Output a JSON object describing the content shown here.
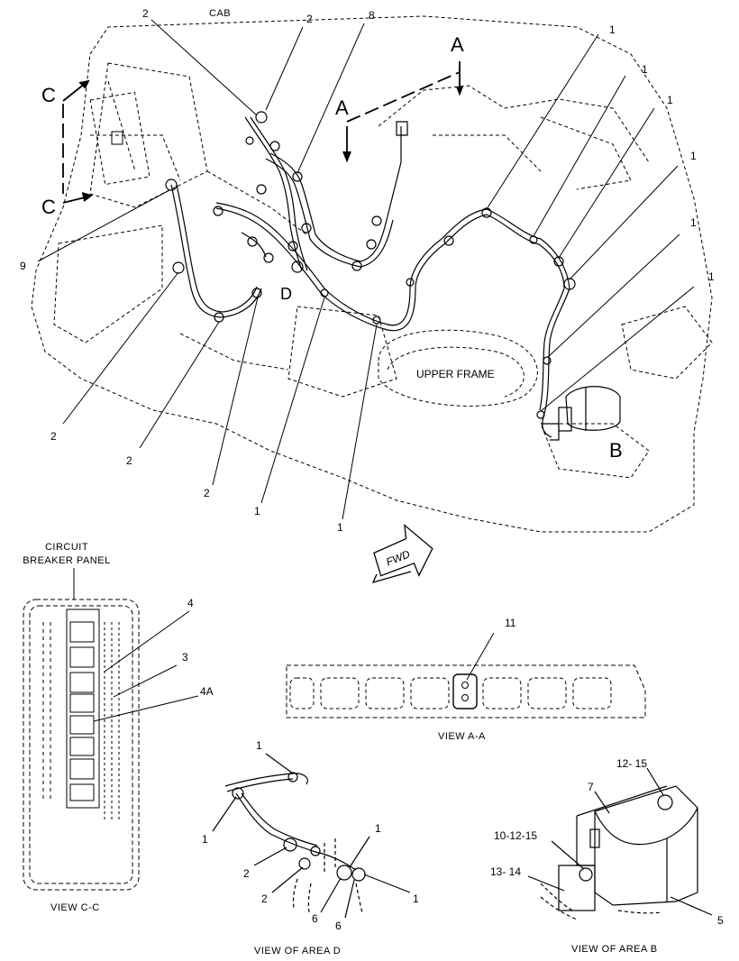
{
  "labels": {
    "cab": "CAB",
    "upper_frame": "UPPER FRAME",
    "fwd": "FWD",
    "view_a_letter": "A",
    "view_a_letter_2": "A",
    "view_c_letter": "C",
    "view_c_letter_2": "C",
    "area_d_letter": "D",
    "area_b_letter": "B",
    "circuit_breaker_panel_line1": "CIRCUIT",
    "circuit_breaker_panel_line2": "BREAKER PANEL",
    "view_cc": "VIEW  C-C",
    "view_aa": "VIEW  A-A",
    "view_area_d": "VIEW OF AREA  D",
    "view_area_b": "VIEW OF AREA  B"
  },
  "callouts": {
    "main": [
      "2",
      "2",
      "8",
      "1",
      "1",
      "1",
      "1",
      "1",
      "1",
      "9",
      "2",
      "2",
      "2",
      "1",
      "1"
    ],
    "view_cc": [
      "4",
      "3",
      "4A"
    ],
    "view_aa": [
      "11"
    ],
    "area_d": [
      "1",
      "1",
      "1",
      "2",
      "2",
      "6",
      "6",
      "1"
    ],
    "area_b": [
      "12- 15",
      "7",
      "10-12-15",
      "13- 14",
      "5"
    ]
  }
}
